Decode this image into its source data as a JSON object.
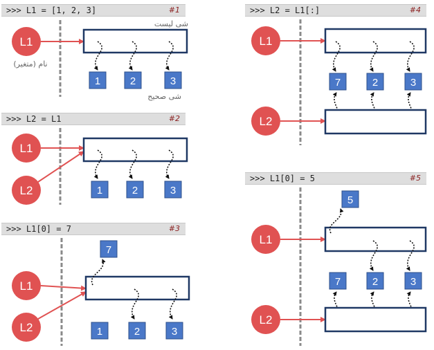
{
  "panels": [
    {
      "id": "p1",
      "code": ">>> L1 = [1, 2, 3]",
      "num": "#1"
    },
    {
      "id": "p2",
      "code": ">>> L2 = L1",
      "num": "#2"
    },
    {
      "id": "p3",
      "code": ">>> L1[0] = 7",
      "num": "#3"
    },
    {
      "id": "p4",
      "code": ">>> L2 = L1[:]",
      "num": "#4"
    },
    {
      "id": "p5",
      "code": ">>> L1[0] = 5",
      "num": "#5"
    }
  ],
  "labels": {
    "list_object": "شی لیست",
    "variable_name": "نام (متغیر)",
    "integer_object": "شی صحیح"
  },
  "variables": {
    "l1": "L1",
    "l2": "L2"
  },
  "values": {
    "one": "1",
    "two": "2",
    "three": "3",
    "seven": "7",
    "five": "5"
  },
  "colors": {
    "variable_circle": "#e05252",
    "arrow": "#e05252",
    "int_box": "#4a78c8",
    "list_border": "#1f3864",
    "divider": "#8a8a8a",
    "header_bg": "#dedede"
  }
}
